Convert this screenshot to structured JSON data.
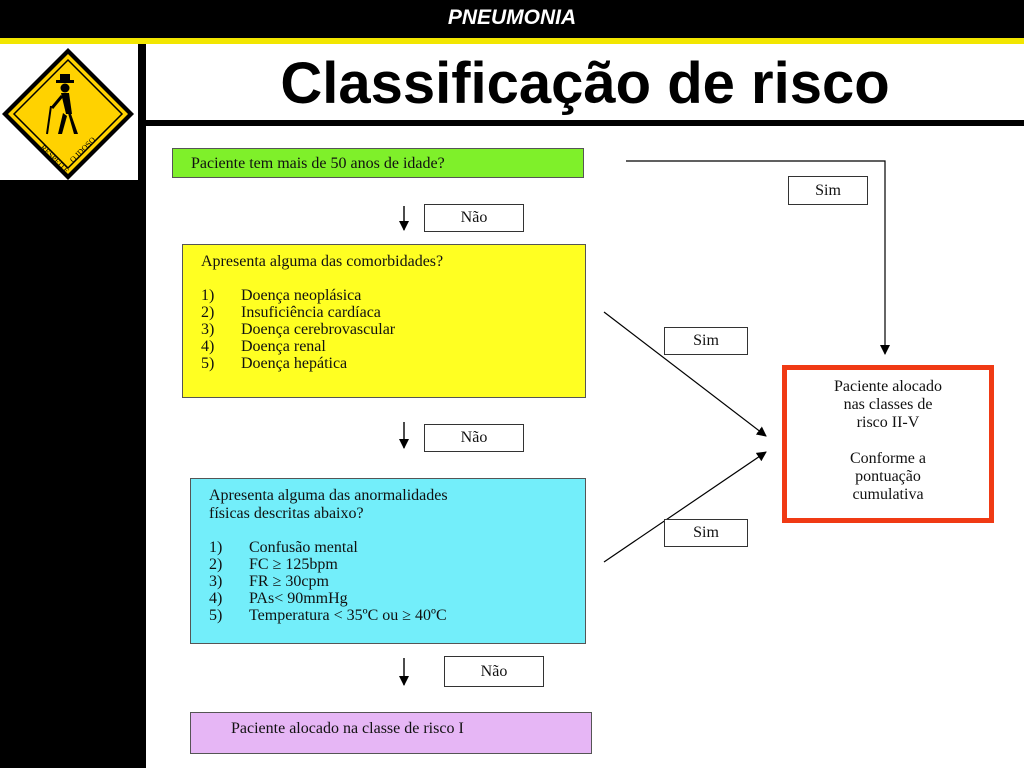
{
  "header": {
    "title": "PNEUMONIA"
  },
  "slide": {
    "title": "Classificação de risco"
  },
  "logo": {
    "line1": "RESPEITE",
    "line2": "O IDOSO"
  },
  "flow": {
    "q1": "Paciente tem mais de 50 anos de idade?",
    "q2": {
      "question": "Apresenta alguma das comorbidades?",
      "items": [
        {
          "n": "1)",
          "text": "Doença neoplásica"
        },
        {
          "n": "2)",
          "text": "Insuficiência cardíaca"
        },
        {
          "n": "3)",
          "text": "Doença cerebrovascular"
        },
        {
          "n": "4)",
          "text": "Doença renal"
        },
        {
          "n": "5)",
          "text": "Doença hepática"
        }
      ]
    },
    "q3": {
      "question_line1": "Apresenta alguma das anormalidades",
      "question_line2": "físicas descritas abaixo?",
      "items": [
        {
          "n": "1)",
          "text": "Confusão mental"
        },
        {
          "n": "2)",
          "text": "FC ≥ 125bpm"
        },
        {
          "n": "3)",
          "text": "FR ≥ 30cpm"
        },
        {
          "n": "4)",
          "text": "PAs< 90mmHg"
        },
        {
          "n": "5)",
          "text": "Temperatura < 35ºC ou ≥ 40ºC"
        }
      ]
    },
    "result_low": "Paciente alocado na classe de risco I",
    "result_high": {
      "line1": "Paciente alocado",
      "line2": "nas classes de",
      "line3": "risco II-V",
      "line4": "Conforme a",
      "line5": "pontuação",
      "line6": "cumulativa"
    },
    "labels": {
      "yes": "Sim",
      "no": "Não"
    }
  },
  "colors": {
    "q1_fill": "#7ff02a",
    "q2_fill": "#ffff22",
    "q3_fill": "#73eefa",
    "result_low_fill": "#e6b6f5",
    "result_high_border": "#f03a14",
    "header_line": "#f2e600"
  }
}
